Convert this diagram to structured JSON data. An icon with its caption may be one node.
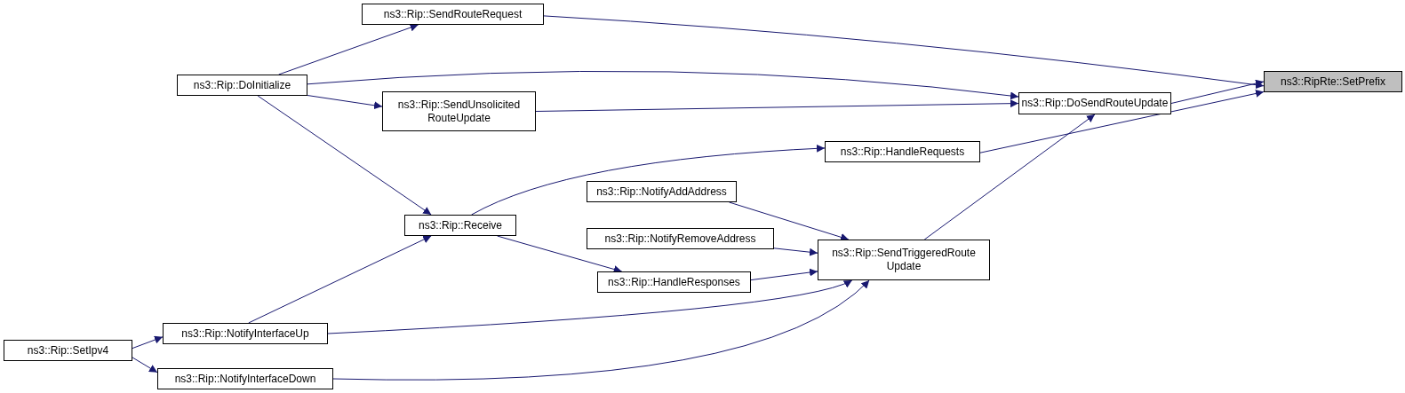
{
  "diagram": {
    "nodes": [
      {
        "text": [
          "ns3::RipRte::SetPrefix"
        ]
      },
      {
        "text": [
          "ns3::Rip::SendRouteRequest"
        ]
      },
      {
        "text": [
          "ns3::Rip::DoInitialize"
        ]
      },
      {
        "text": [
          "ns3::Rip::DoSendRouteUpdate"
        ]
      },
      {
        "text": [
          "ns3::Rip::SendUnsolicited RouteUpdate"
        ]
      },
      {
        "text": [
          "ns3::Rip::HandleRequests"
        ]
      },
      {
        "text": [
          "ns3::Rip::Receive"
        ]
      },
      {
        "text": [
          "ns3::Rip::NotifyAddAddress"
        ]
      },
      {
        "text": [
          "ns3::Rip::NotifyRemoveAddress"
        ]
      },
      {
        "text": [
          "ns3::Rip::SendTriggeredRoute Update"
        ]
      },
      {
        "text": [
          "ns3::Rip::HandleResponses"
        ]
      },
      {
        "text": [
          "ns3::Rip::NotifyInterfaceUp"
        ]
      },
      {
        "text": [
          "ns3::Rip::SetIpv4"
        ]
      },
      {
        "text": [
          "ns3::Rip::NotifyInterfaceDown"
        ]
      }
    ],
    "edges": [
      {
        "from": 1,
        "to": 0,
        "arrow": "to"
      },
      {
        "from": 3,
        "to": 0,
        "arrow": "to"
      },
      {
        "from": 5,
        "to": 0,
        "arrow": "to"
      },
      {
        "from": 2,
        "to": 1,
        "arrow": "to"
      },
      {
        "from": 2,
        "to": 3,
        "arrow": "to"
      },
      {
        "from": 2,
        "to": 4,
        "arrow": "to"
      },
      {
        "from": 2,
        "to": 6,
        "arrow": "to"
      },
      {
        "from": 4,
        "to": 3,
        "arrow": "to"
      },
      {
        "from": 6,
        "to": 5,
        "arrow": "to"
      },
      {
        "from": 9,
        "to": 3,
        "arrow": "to"
      },
      {
        "from": 7,
        "to": 9,
        "arrow": "to"
      },
      {
        "from": 8,
        "to": 9,
        "arrow": "to"
      },
      {
        "from": 10,
        "to": 9,
        "arrow": "to"
      },
      {
        "from": 6,
        "to": 10,
        "arrow": "to"
      },
      {
        "from": 11,
        "to": 6,
        "arrow": "to"
      },
      {
        "from": 11,
        "to": 9,
        "arrow": "to"
      },
      {
        "from": 13,
        "to": 9,
        "arrow": "to"
      },
      {
        "from": 12,
        "to": 11,
        "arrow": "to"
      },
      {
        "from": 12,
        "to": 13,
        "arrow": "to"
      }
    ]
  }
}
